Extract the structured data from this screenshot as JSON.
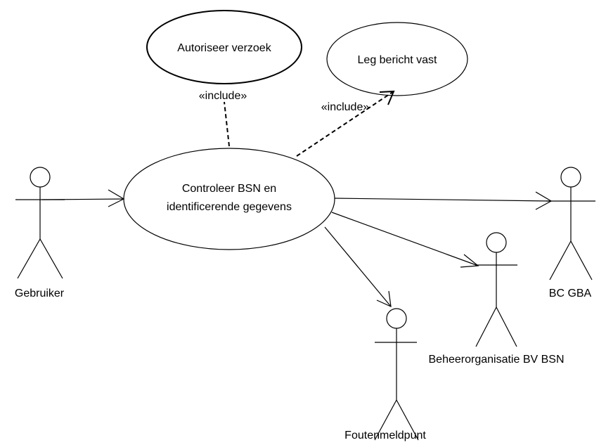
{
  "use_cases": {
    "autoriseer": "Autoriseer verzoek",
    "leg_bericht": "Leg bericht vast",
    "controleer_line1": "Controleer BSN en",
    "controleer_line2": "identificerende gegevens"
  },
  "actors": {
    "gebruiker": "Gebruiker",
    "bc_gba": "BC GBA",
    "beheerorganisatie": "Beheerorganisatie BV BSN",
    "foutenmeldpunt": "Foutenmeldpunt"
  },
  "stereotypes": {
    "include_1": "«include»",
    "include_2": "«include»"
  }
}
